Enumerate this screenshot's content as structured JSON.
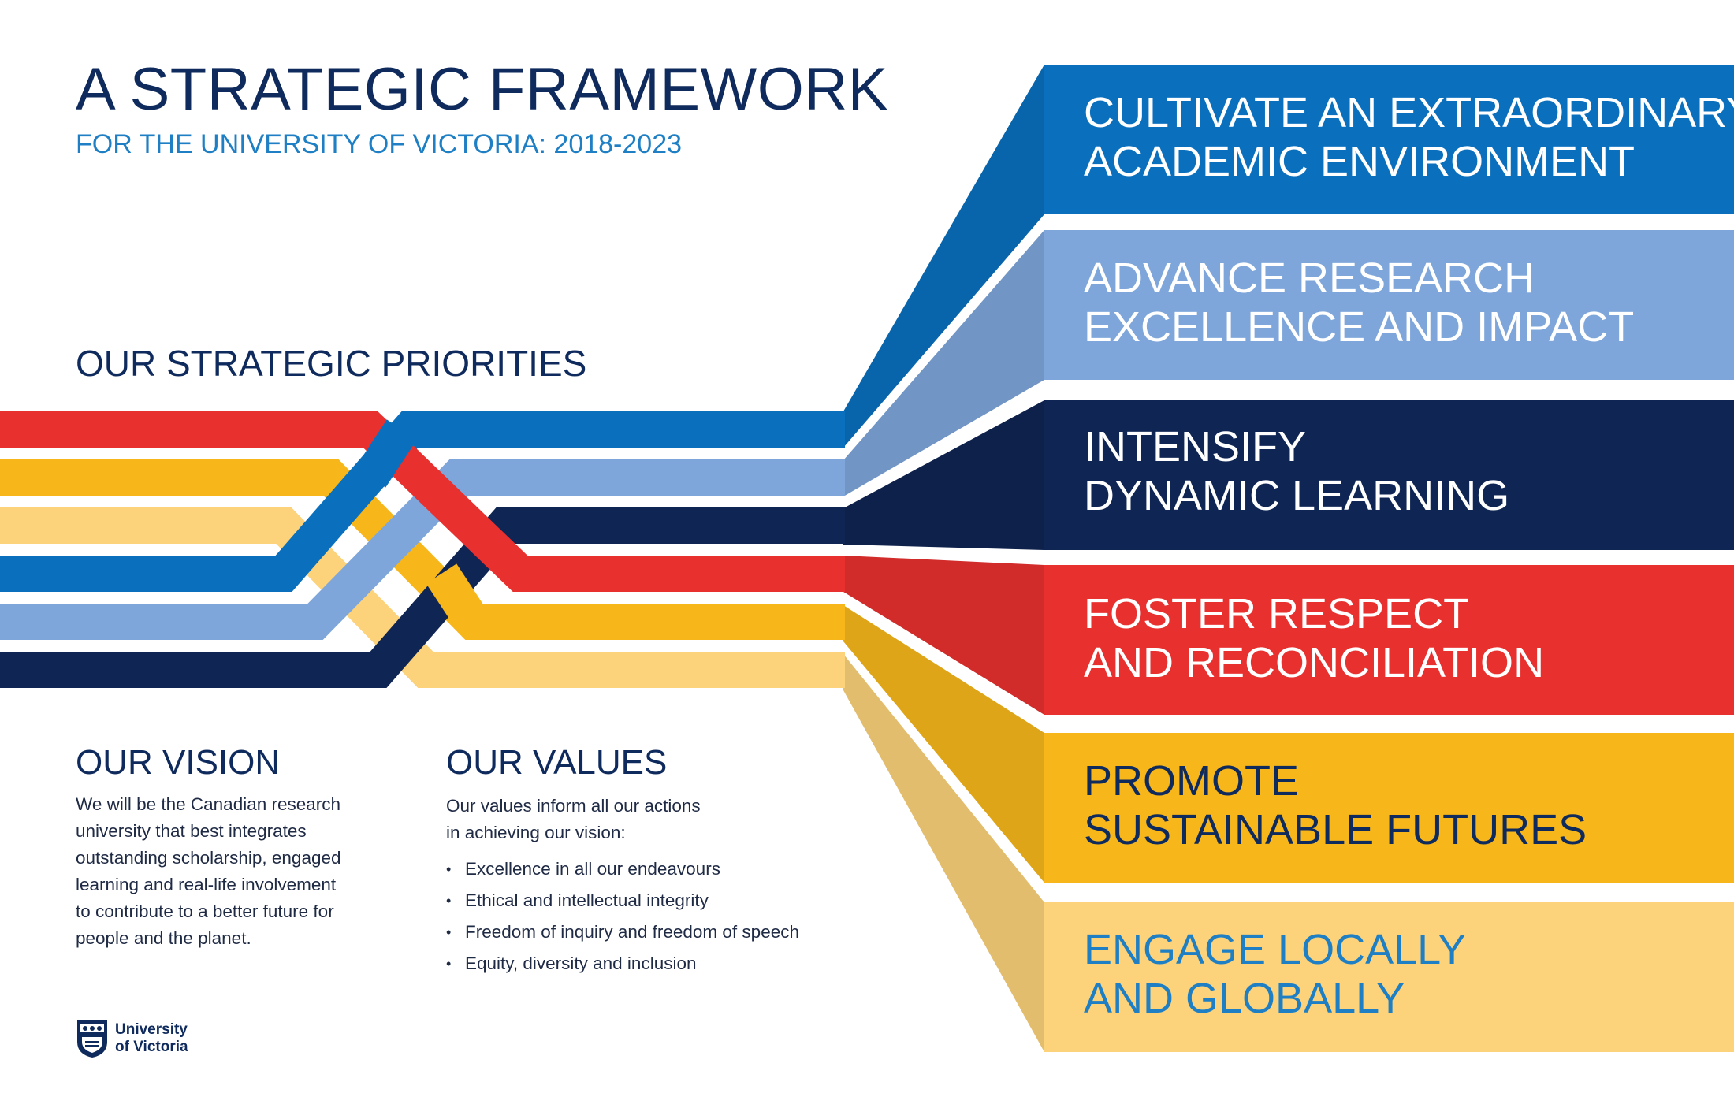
{
  "header": {
    "title": "A STRATEGIC FRAMEWORK",
    "subtitle": "FOR THE UNIVERSITY OF VICTORIA: 2018-2023"
  },
  "priorities": {
    "heading": "OUR STRATEGIC PRIORITIES",
    "items": [
      {
        "line1": "CULTIVATE AN EXTRAORDINARY",
        "line2": "ACADEMIC ENVIRONMENT",
        "color": "#0a70be",
        "text_color": "#ffffff"
      },
      {
        "line1": "ADVANCE RESEARCH",
        "line2": "EXCELLENCE AND IMPACT",
        "color": "#7ea6da",
        "text_color": "#ffffff"
      },
      {
        "line1": "INTENSIFY",
        "line2": "DYNAMIC LEARNING",
        "color": "#0f2553",
        "text_color": "#ffffff"
      },
      {
        "line1": "FOSTER RESPECT",
        "line2": "AND RECONCILIATION",
        "color": "#e8302f",
        "text_color": "#ffffff"
      },
      {
        "line1": "PROMOTE",
        "line2": "SUSTAINABLE FUTURES",
        "color": "#f7b71b",
        "text_color": "#0f2a5c"
      },
      {
        "line1": "ENGAGE LOCALLY",
        "line2": "AND GLOBALLY",
        "color": "#fcd27a",
        "text_color": "#1e7fc4"
      }
    ]
  },
  "vision": {
    "heading": "OUR VISION",
    "lines": [
      "We will be the Canadian research",
      "university that best integrates",
      "outstanding scholarship, engaged",
      "learning and real-life involvement",
      "to contribute to a better future for",
      "people and the planet."
    ]
  },
  "values": {
    "heading": "OUR VALUES",
    "intro_lines": [
      "Our values inform all our actions",
      "in achieving our vision:"
    ],
    "items": [
      "Excellence in all our endeavours",
      "Ethical and intellectual integrity",
      "Freedom of inquiry and freedom of speech",
      "Equity, diversity and inclusion"
    ]
  },
  "logo": {
    "line1": "University",
    "line2": "of Victoria"
  }
}
